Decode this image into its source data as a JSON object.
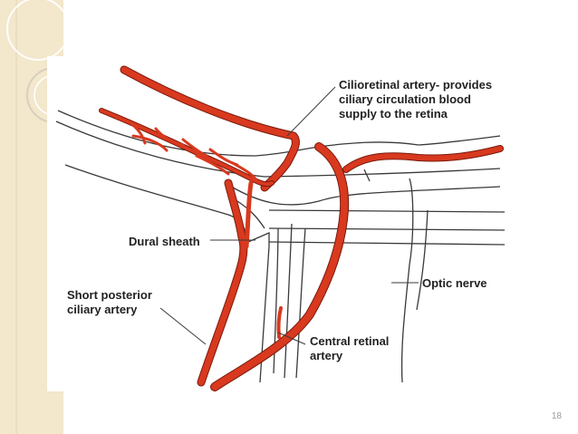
{
  "slide": {
    "labels": {
      "cilioretinal": "Cilioretinal artery- provides\nciliary circulation blood\nsupply to the retina",
      "dural_sheath": "Dural sheath",
      "short_posterior": "Short posterior\nciliary artery",
      "optic_nerve": "Optic nerve",
      "central_retinal": "Central retinal\nartery"
    },
    "page_number": "18"
  },
  "colors": {
    "artery": "#d8391f",
    "artery_outline": "#7a1a0c",
    "line": "#3a3a3a",
    "side_strip": "#f3e7cc"
  },
  "icons": [
    "decorative-circle-icon"
  ]
}
